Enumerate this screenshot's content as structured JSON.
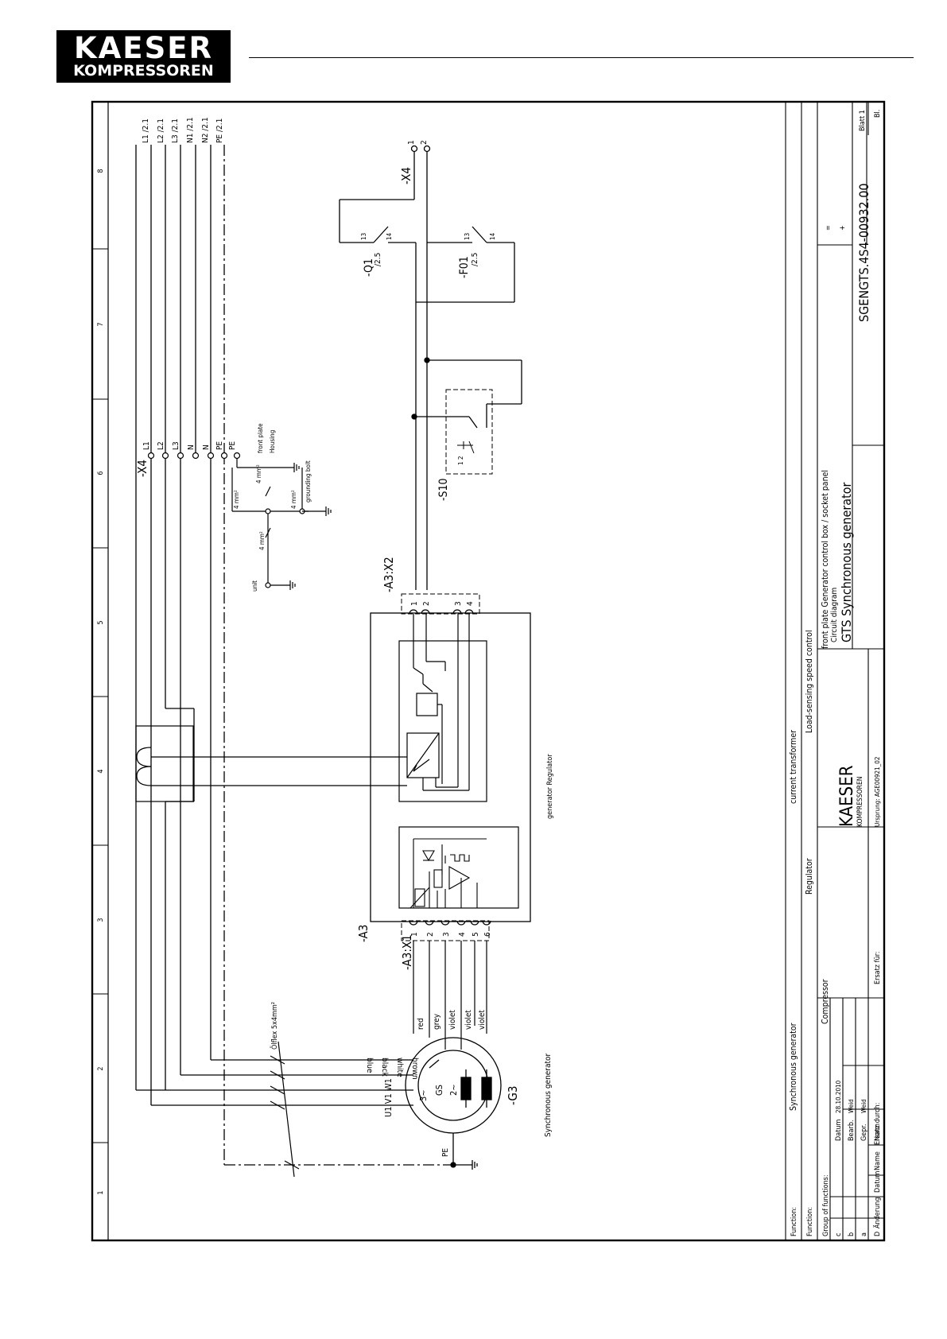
{
  "header": {
    "brand_line1": "KAESER",
    "brand_line2": "KOMPRESSOREN"
  },
  "grid": {
    "cols": [
      "1",
      "2",
      "3",
      "4",
      "5",
      "6",
      "7",
      "8"
    ]
  },
  "labels": {
    "x4_top": "-X4",
    "x4_top_1": "1",
    "x4_top_2": "2",
    "x4_main": "-X4",
    "x4_terms": [
      "L1",
      "L2",
      "L3",
      "N",
      "N",
      "PE",
      "PE"
    ],
    "xrefs": [
      "L1 /2.1",
      "L2 /2.1",
      "L3 /2.1",
      "N1 /2.1",
      "N2 /2.1",
      "PE /2.1"
    ],
    "q1": "-Q1",
    "q1_ref": "/2.5",
    "q1_13": "13",
    "q1_14": "14",
    "f01": "-F01",
    "f01_ref": "/2.5",
    "f01_13": "13",
    "f01_14": "14",
    "s10": "-S10",
    "s10_12": "1 2",
    "a3x2": "-A3:X2",
    "a3x2_pins": [
      "1",
      "2",
      "3",
      "4"
    ],
    "a3": "-A3",
    "a3x1": "-A3:X1",
    "a3x1_pins": [
      "1",
      "2",
      "3",
      "4",
      "5",
      "6"
    ],
    "front_plate": "front plate",
    "housing": "Housing",
    "grounding_bolt": "grounding bolt",
    "unit": "unit",
    "mm1": "4 mm²",
    "mm2": "4 mm²",
    "mm3": "4 mm²",
    "mm4": "4 mm²",
    "regulator": "generator Regulator",
    "cable": "Ölflex 5x4mm²",
    "wires": [
      "red",
      "grey",
      "violet",
      "violet",
      "violet"
    ],
    "gen_wires": [
      "blue",
      "black",
      "white",
      "brown"
    ],
    "gen_terms": "U1 V1 W1",
    "pe": "PE",
    "gs": "GS",
    "gen_3": "3~",
    "gen_2": "2~",
    "g3": "-G3",
    "sync_gen": "Synchronous generator"
  },
  "titleblock": {
    "function1_label": "Function:",
    "function1": "Synchronous generator",
    "function2_label": "Function:",
    "function2a": "Regulator",
    "function2b": "current transformer",
    "group_label": "Group of functions:",
    "group": "Compressor",
    "group2": "Load-sensing speed control",
    "group3": "front plate Generator control box / socket panel",
    "rev_rows": [
      "c",
      "b",
      "a",
      "D"
    ],
    "aenderung": "Änderung",
    "datum_col": "Datum",
    "name_col": "Name",
    "datum": "Datum",
    "datum_val": "28.10.2010",
    "bearb": "Bearb.",
    "bearb_val": "Weid",
    "gepr": "Gepr.",
    "gepr_val": "Weid",
    "norm": "Norm",
    "brand": "KAESER",
    "brand_sub": "KOMPRESSOREN",
    "ersatz_durch": "Ersatz durch:",
    "ersatz_fuer": "Ersatz für:",
    "ursprung": "Ursprung: AGE00921_02",
    "diagram_type": "Circuit diagram",
    "diagram_title": "GTS Synchronous generator",
    "eq": "=",
    "plus": "+",
    "drawing_no": "SGENGTS.4S4-00932.00",
    "blatt": "Blatt 1",
    "bl": "Bl."
  }
}
